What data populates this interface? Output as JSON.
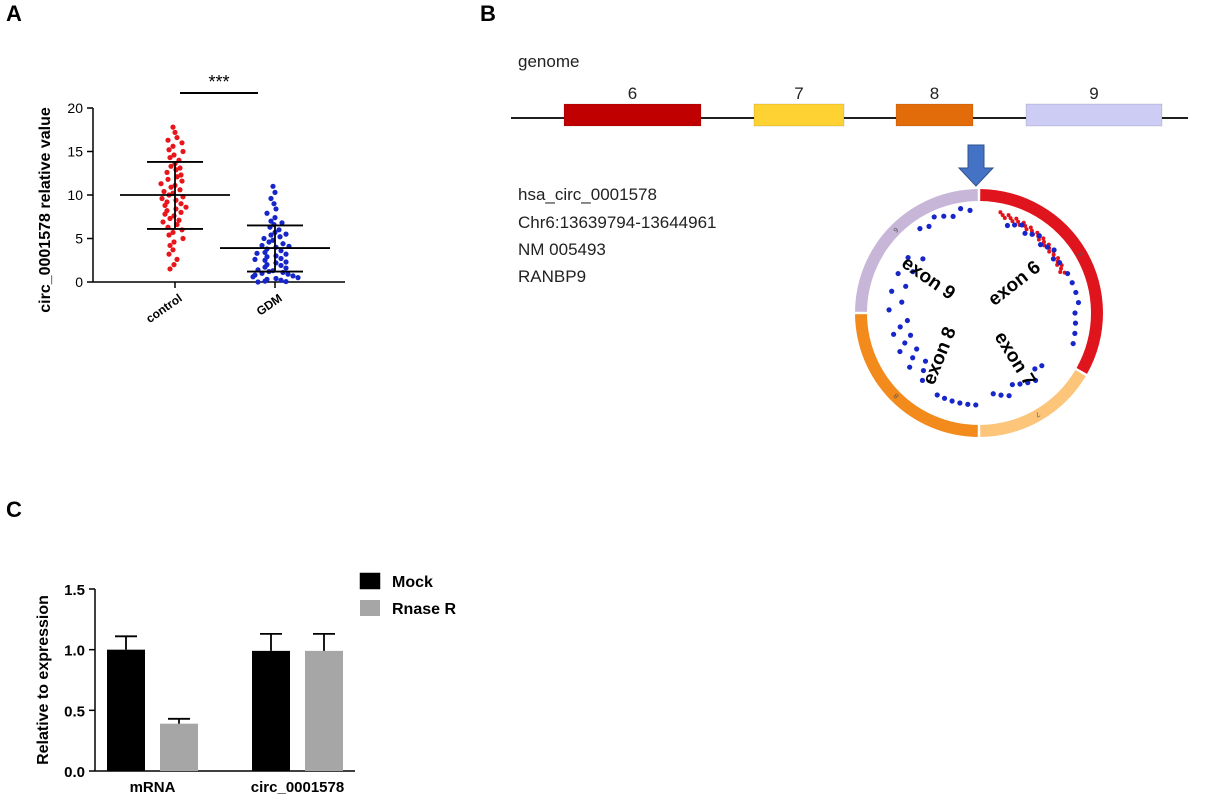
{
  "panels": {
    "a": {
      "letter": "A",
      "significance": "***",
      "chart_data": {
        "type": "scatter",
        "ylabel": "circ_0001578 relative value",
        "xlabel": "",
        "ylim": [
          0,
          20
        ],
        "yticks": [
          0,
          5,
          10,
          15,
          20
        ],
        "categories": [
          "control",
          "GDM"
        ],
        "colors": [
          "#e8161b",
          "#1726c9"
        ],
        "summary": [
          {
            "category": "control",
            "mean": 10.0,
            "sd_low": 6.1,
            "sd_high": 13.8
          },
          {
            "category": "GDM",
            "mean": 3.9,
            "sd_low": 1.2,
            "sd_high": 6.5
          }
        ],
        "series": [
          {
            "category": "control",
            "values": [
              17.8,
              17.2,
              16.6,
              16.3,
              16.0,
              15.6,
              15.2,
              15.0,
              14.6,
              14.3,
              14.0,
              13.6,
              13.3,
              13.1,
              12.9,
              12.6,
              12.3,
              12.1,
              11.8,
              11.6,
              11.3,
              11.1,
              10.9,
              10.6,
              10.4,
              10.2,
              10.0,
              9.8,
              9.6,
              9.4,
              9.2,
              9.0,
              8.8,
              8.6,
              8.4,
              8.2,
              8.0,
              7.8,
              7.6,
              7.3,
              7.1,
              6.9,
              6.6,
              6.3,
              6.0,
              5.7,
              5.4,
              5.0,
              4.6,
              4.2,
              3.7,
              3.2,
              2.6,
              2.0,
              1.5
            ]
          },
          {
            "category": "GDM",
            "values": [
              11.0,
              10.3,
              9.6,
              9.0,
              8.4,
              7.9,
              7.4,
              7.0,
              6.6,
              6.3,
              6.0,
              5.7,
              5.4,
              5.2,
              5.0,
              4.8,
              4.6,
              4.4,
              4.2,
              4.0,
              3.8,
              3.6,
              3.4,
              3.2,
              3.0,
              2.9,
              2.7,
              2.5,
              2.3,
              2.2,
              2.0,
              1.9,
              1.7,
              1.6,
              1.4,
              1.3,
              1.2,
              1.1,
              1.0,
              0.9,
              0.8,
              0.7,
              0.6,
              0.5,
              0.4,
              0.3,
              0.2,
              0.1,
              0.05,
              0.0,
              2.6,
              3.3,
              4.1,
              5.5,
              6.8
            ]
          }
        ]
      }
    },
    "b": {
      "letter": "B",
      "genome_label": "genome",
      "exons": [
        {
          "label": "6",
          "color": "#c00000"
        },
        {
          "label": "7",
          "color": "#ffd233"
        },
        {
          "label": "8",
          "color": "#e36c0a"
        },
        {
          "label": "9",
          "color": "#ccccf5"
        }
      ],
      "info_lines": [
        "hsa_circ_0001578",
        "Chr6:13639794-13644961",
        "NM 005493",
        "RANBP9"
      ],
      "arrow_color": "#4472c4",
      "circle_segments": [
        {
          "name": "exon 6",
          "color": "#e0141c",
          "tiny": "6"
        },
        {
          "name": "exon 7",
          "color": "#fcc57a",
          "tiny": "7"
        },
        {
          "name": "exon 8",
          "color": "#f28a1c",
          "tiny": "8"
        },
        {
          "name": "exon 9",
          "color": "#c8b6d8",
          "tiny": "9"
        }
      ],
      "point_color": "#1726c9",
      "junction_color": "#e0141c"
    },
    "c": {
      "letter": "C",
      "chart_data": {
        "type": "bar",
        "ylabel": "Relative to expression",
        "xlabel": "",
        "ylim": [
          0,
          1.5
        ],
        "yticks": [
          "0.0",
          "0.5",
          "1.0",
          "1.5"
        ],
        "categories": [
          "mRNA",
          "circ_0001578"
        ],
        "series": [
          {
            "name": "Mock",
            "color": "#000000",
            "values": [
              1.0,
              0.99
            ],
            "errors": [
              0.11,
              0.14
            ]
          },
          {
            "name": "Rnase R",
            "color": "#a6a6a6",
            "values": [
              0.39,
              0.99
            ],
            "errors": [
              0.04,
              0.14
            ]
          }
        ],
        "legend": "top-right"
      }
    }
  }
}
